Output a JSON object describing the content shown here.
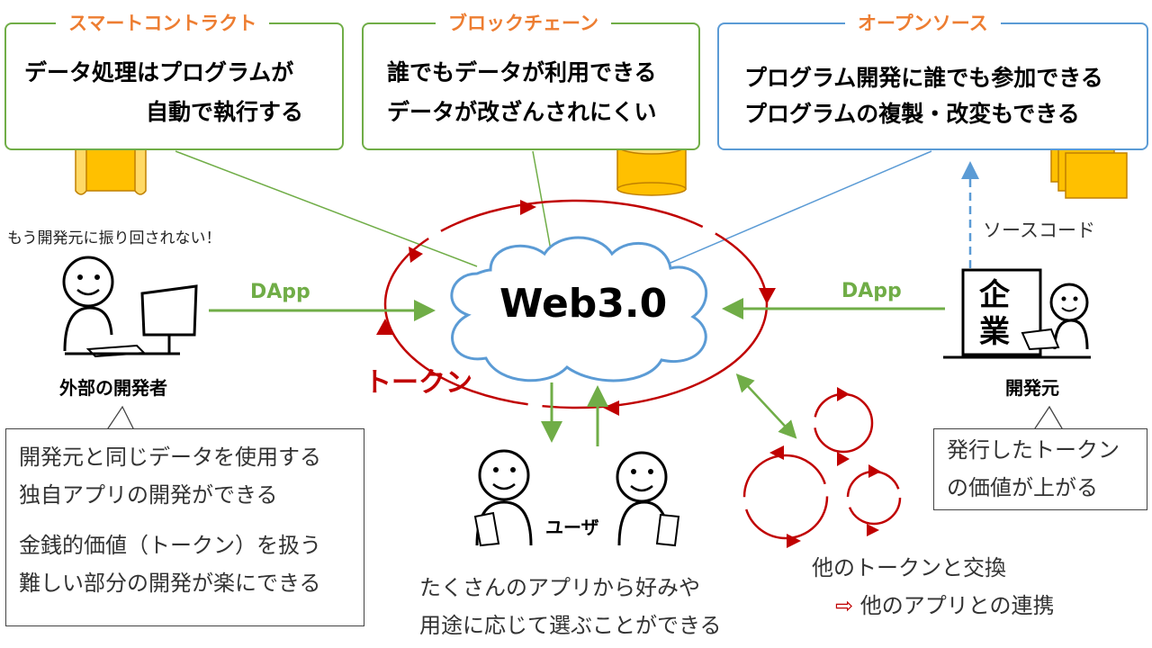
{
  "boxes": {
    "smart_contract": {
      "title": "スマートコントラクト",
      "line1": "データ処理はプログラムが",
      "line2": "自動で執行する"
    },
    "blockchain": {
      "title": "ブロックチェーン",
      "line1": "誰でもデータが利用できる",
      "line2": "データが改ざんされにくい"
    },
    "open_source": {
      "title": "オープンソース",
      "line1": "プログラム開発に誰でも参加できる",
      "line2": "プログラムの複製・改変もできる"
    }
  },
  "center": {
    "label": "Web3.0"
  },
  "token_label": "トークン",
  "dapp_left": "DApp",
  "dapp_right": "DApp",
  "source_code": "ソースコード",
  "external_dev": {
    "quote": "もう開発元に振り回されない！",
    "label": "外部の開発者"
  },
  "developer": {
    "sign": [
      "企",
      "業"
    ],
    "label": "開発元"
  },
  "user": {
    "label": "ユーザ"
  },
  "callout_external": [
    "開発元と同じデータを使用する",
    "独自アプリの開発ができる",
    "金銭的価値（トークン）を扱う",
    "難しい部分の開発が楽にできる"
  ],
  "callout_developer": [
    "発行したトークン",
    "の価値が上がる"
  ],
  "user_note": [
    "たくさんのアプリから好みや",
    "用途に応じて選ぶことができる"
  ],
  "exchange_note": {
    "line1": "他のトークンと交換",
    "arrow": "⇨",
    "line2": "他のアプリとの連携"
  },
  "colors": {
    "green": "#70ad47",
    "blue": "#5b9bd5",
    "orange": "#ed7d31",
    "red": "#c00000",
    "gold": "#ffc000"
  }
}
